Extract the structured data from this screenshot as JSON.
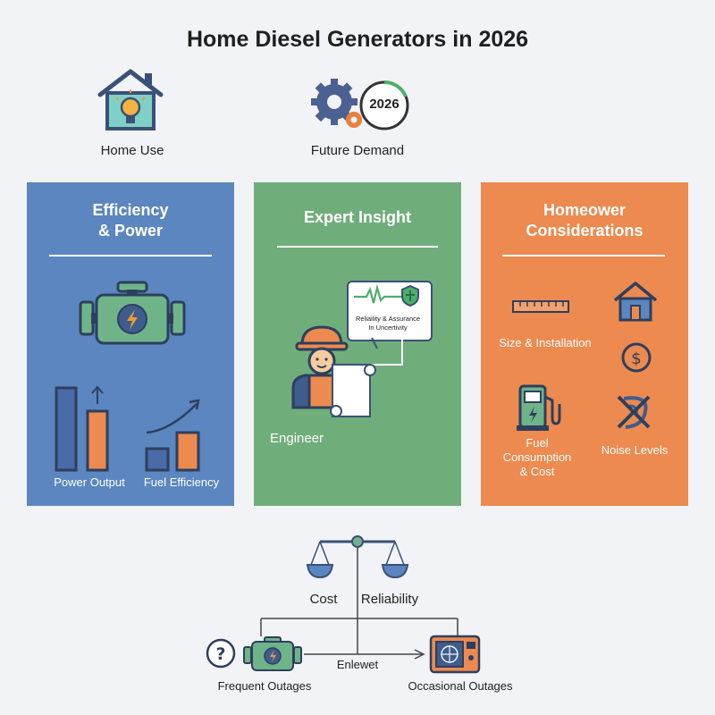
{
  "title": "Home Diesel Generators in 2026",
  "top": {
    "home_use": "Home Use",
    "future_demand": "Future Demand",
    "year_badge": "2026"
  },
  "panels": [
    {
      "title_line1": "Efficiency",
      "title_line2": "& Power",
      "color": "#5b86bf",
      "labels": [
        "Power Output",
        "Fuel Efficiency"
      ]
    },
    {
      "title_line1": "Expert Insight",
      "color": "#6fae7b",
      "bubble_line1": "Reliaility & Assurance",
      "bubble_line2": "In Uncertivity",
      "labels": [
        "Engineer"
      ]
    },
    {
      "title_line1": "Homeower",
      "title_line2": "Considerations",
      "color": "#ec8a4f",
      "labels": [
        "Size & Installation",
        "Noise Levels"
      ],
      "fuel_label_lines": [
        "Fuel",
        "Consumption",
        "& Cost"
      ]
    }
  ],
  "balance": {
    "cost": "Cost",
    "reliability": "Reliability"
  },
  "flow": {
    "arrow_label": "Enlewet",
    "left_label": "Frequent Outages",
    "right_label": "Occasional Outages"
  },
  "colors": {
    "blue": "#5b86bf",
    "green": "#6fae7b",
    "orange": "#ec8a4f",
    "navy": "#3b5078",
    "accent_orange": "#e8803f"
  }
}
